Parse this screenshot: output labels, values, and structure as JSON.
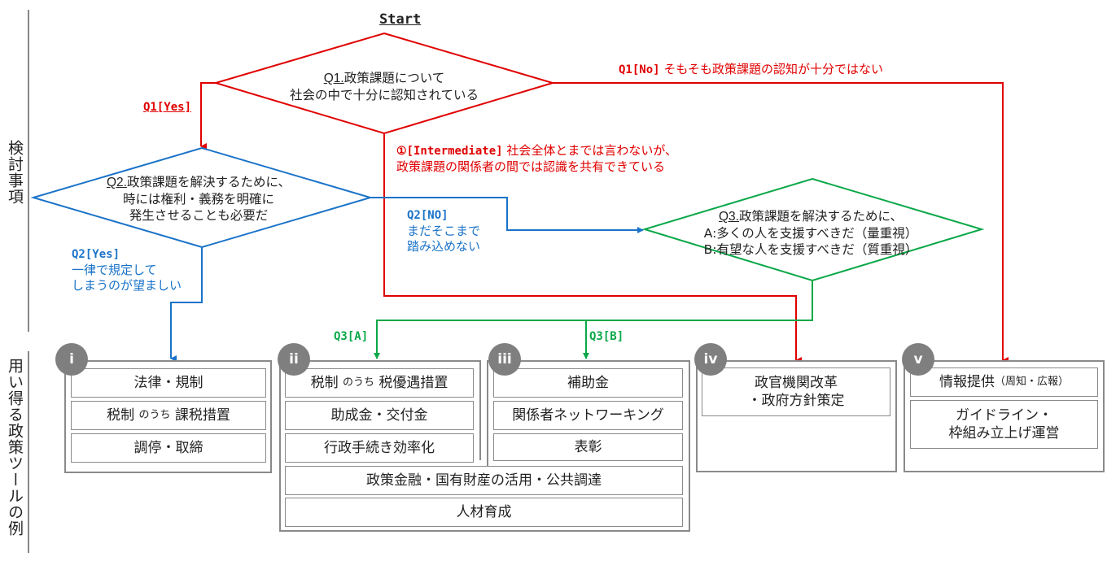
{
  "side_labels": {
    "top": "検討事項",
    "bottom": "用い得る政策ツールの例"
  },
  "start_label": "Start",
  "questions": {
    "q1": {
      "prefix": "Q1.",
      "line1": "政策課題について",
      "line2": "社会の中で十分に認知されている"
    },
    "q2": {
      "prefix": "Q2.",
      "line1": "政策課題を解決するために、",
      "line2": "時には権利・義務を明確に",
      "line3": "発生させることも必要だ"
    },
    "q3": {
      "prefix": "Q3.",
      "line1": "政策課題を解決するために、",
      "line2": "A:多くの人を支援すべきだ（量重視）",
      "line3": "B:有望な人を支援すべきだ（質重視）"
    }
  },
  "branches": {
    "q1_yes": {
      "code": "Q1[Yes]",
      "text": ""
    },
    "q1_no": {
      "code": "Q1[No]",
      "text": "そもそも政策課題の認知が十分ではない"
    },
    "intermediate": {
      "code": "①[Intermediate]",
      "text1": "社会全体とまでは言わないが、",
      "text2": "政策課題の関係者の間では認識を共有できている"
    },
    "q2_yes": {
      "code": "Q2[Yes]",
      "text1": "一律で規定して",
      "text2": "しまうのが望ましい"
    },
    "q2_no": {
      "code": "Q2[NO]",
      "text1": "まだそこまで",
      "text2": "踏み込めない"
    },
    "q3_a": {
      "code": "Q3[A]"
    },
    "q3_b": {
      "code": "Q3[B]"
    }
  },
  "colors": {
    "q1": "#e00000",
    "q2": "#1a73c8",
    "q3": "#0aa848",
    "box_border": "#8a8a8a",
    "badge": "#7f7f7f"
  },
  "tool_groups": [
    {
      "badge": "i",
      "items": [
        "法律・規制",
        "税制 のうち 課税措置",
        "調停・取締"
      ]
    },
    {
      "badge": "ii",
      "items": [
        "税制 のうち 税優遇措置",
        "助成金・交付金",
        "行政手続き効率化"
      ]
    },
    {
      "badge": "iii",
      "items": [
        "補助金",
        "関係者ネットワーキング",
        "表彰"
      ]
    },
    {
      "badge": "iv",
      "items": [
        "政官機関改革\n・政府方針策定"
      ]
    },
    {
      "badge": "v",
      "items": [
        "情報提供（周知・広報）",
        "ガイドライン・\n枠組み立上げ運営"
      ]
    }
  ],
  "shared_items": [
    "政策金融・国有財産の活用・公共調達",
    "人材育成"
  ],
  "item_parts": {
    "ii_0_main": "税制",
    "ii_0_small": "のうち",
    "ii_0_tail": "税優遇措置",
    "i_1_main": "税制",
    "i_1_small": "のうち",
    "i_1_tail": "課税措置",
    "v_0_main": "情報提供",
    "v_0_small": "（周知・広報）",
    "iv_0_l1": "政官機関改革",
    "iv_0_l2": "・政府方針策定",
    "v_1_l1": "ガイドライン・",
    "v_1_l2": "枠組み立上げ運営"
  }
}
